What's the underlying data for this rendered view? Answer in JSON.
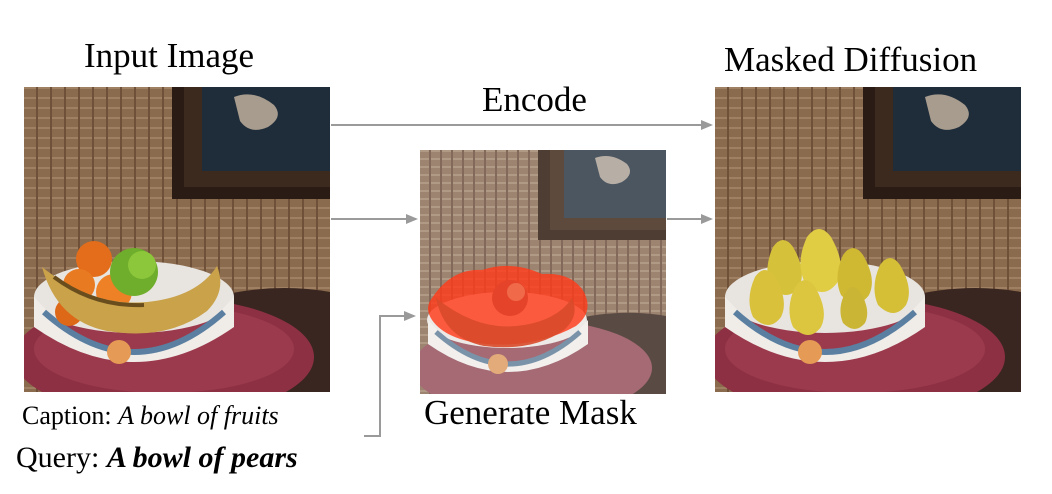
{
  "titles": {
    "input_image": "Input Image",
    "masked_diffusion": "Masked Diffusion"
  },
  "arrow_labels": {
    "encode": "Encode",
    "generate_mask": "Generate Mask"
  },
  "caption": {
    "prefix": "Caption:",
    "text": "A bowl of fruits"
  },
  "query": {
    "prefix": "Query:",
    "text": "A bowl of pears"
  },
  "panels": {
    "input": {
      "content": "bowl-with-orange-banana-apple"
    },
    "mask": {
      "content": "bowl-with-red-mask-overlay"
    },
    "output": {
      "content": "bowl-with-pears"
    }
  },
  "colors": {
    "arrow": "#9a9a9a",
    "mask_overlay": "#ff3a1a",
    "background_wall": "#8a6a4c",
    "tablecloth": "#8e3043"
  }
}
